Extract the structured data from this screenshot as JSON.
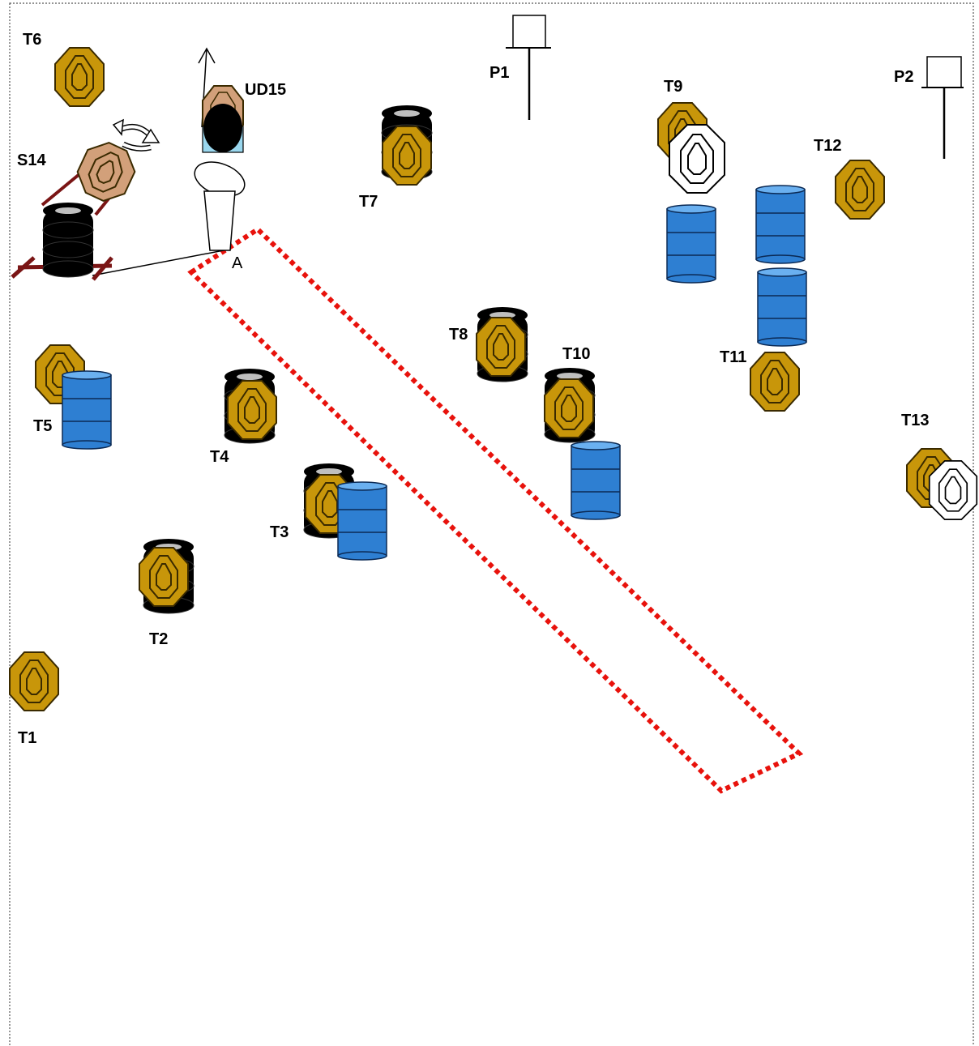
{
  "colors": {
    "target_tan": "#C8960A",
    "target_outline": "#3a2a00",
    "no_shoot_white": "#ffffff",
    "swinger_tan": "#D2A07A",
    "barrel_blue": "#2E7FD2",
    "tire_black": "#000000",
    "fault_line_red": "#E8120C",
    "border_dotted": "#555555"
  },
  "labels": {
    "T1": "T1",
    "T2": "T2",
    "T3": "T3",
    "T4": "T4",
    "T5": "T5",
    "T6": "T6",
    "T7": "T7",
    "T8": "T8",
    "T9": "T9",
    "T10": "T10",
    "T11": "T11",
    "T12": "T12",
    "T13": "T13",
    "S14": "S14",
    "UD15": "UD15",
    "P1": "P1",
    "P2": "P2",
    "A": "A"
  },
  "icons": {
    "target": "octagon-target-icon",
    "no_shoot": "no-shoot-target-icon",
    "swinger": "swinging-target-icon",
    "updown": "up-down-target-icon",
    "barrel": "barrel-icon",
    "tire_stack": "tire-stack-icon",
    "popper": "popper-icon",
    "start_position": "shooter-start-icon",
    "fault_area": "shooting-area-dotted-red"
  }
}
